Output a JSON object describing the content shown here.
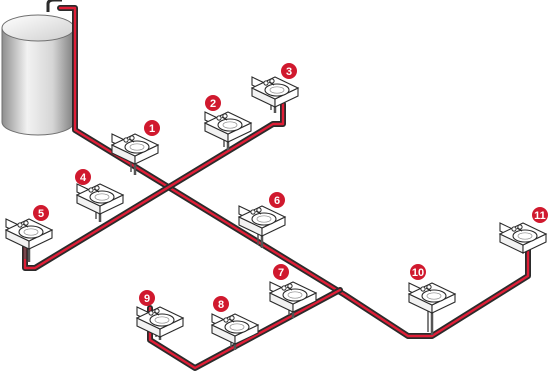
{
  "diagram": {
    "colors": {
      "pipe_outer": "#2b2b2b",
      "pipe_inner": "#e01e37",
      "badge": "#d0192e",
      "badge_text": "#ffffff",
      "tank_light": "#f4f4f4",
      "tank_dark": "#9a9a9a",
      "sink_fill": "#ffffff",
      "sink_stroke": "#2b2b2b"
    },
    "tank": {
      "icon": "storage-tank-icon"
    },
    "outlets": [
      {
        "number": "1",
        "icon": "washbasin-icon"
      },
      {
        "number": "2",
        "icon": "washbasin-icon"
      },
      {
        "number": "3",
        "icon": "washbasin-icon"
      },
      {
        "number": "4",
        "icon": "washbasin-icon"
      },
      {
        "number": "5",
        "icon": "washbasin-icon"
      },
      {
        "number": "6",
        "icon": "washbasin-icon"
      },
      {
        "number": "7",
        "icon": "washbasin-icon"
      },
      {
        "number": "8",
        "icon": "washbasin-icon"
      },
      {
        "number": "9",
        "icon": "washbasin-icon"
      },
      {
        "number": "10",
        "icon": "washbasin-icon"
      },
      {
        "number": "11",
        "icon": "washbasin-icon"
      }
    ]
  }
}
